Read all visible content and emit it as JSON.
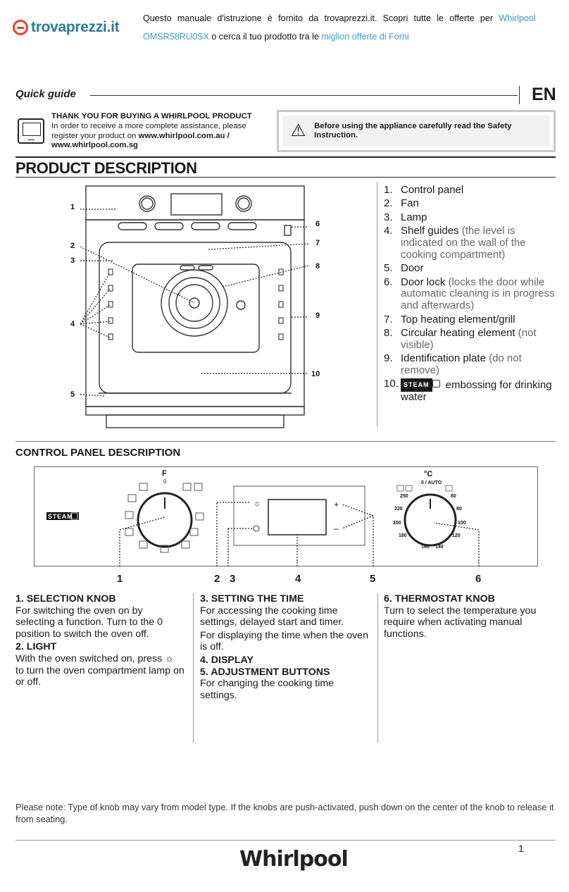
{
  "banner": {
    "line1_parts": [
      "Questo",
      "manuale",
      "d'istruzione",
      "è",
      "fornito",
      "da",
      "trovaprezzi.it.",
      "Scopri",
      "tutte",
      "le",
      "offerte",
      "per"
    ],
    "brand_link": "Whirlpool",
    "model_link": "OMSR58RU0SX",
    "line2_mid": " o cerca il tuo prodotto tra le ",
    "offers_link": "migliori offerte di Forni",
    "logo_text": "trovaprezzi.it",
    "logo_icon": "trovaprezzi-logo-icon"
  },
  "header": {
    "quick_guide": "Quick guide",
    "lang": "EN"
  },
  "thanks": {
    "heading": "THANK YOU FOR BUYING A WHIRLPOOL PRODUCT",
    "body_start": "In order to receive a more complete assistance, please register your product on ",
    "urls": "www.whirlpool.com.au / www.whirlpool.com.sg",
    "icon": "monitor-icon"
  },
  "warning": {
    "text": "Before using the appliance carefully read the Safety Instruction.",
    "icon": "warning-triangle-icon"
  },
  "product_description": {
    "title": "PRODUCT DESCRIPTION",
    "callouts": [
      "1",
      "2",
      "3",
      "4",
      "5",
      "6",
      "7",
      "8",
      "9",
      "10"
    ],
    "parts": [
      {
        "num": "1.",
        "label": "Control panel",
        "note": ""
      },
      {
        "num": "2.",
        "label": "Fan",
        "note": ""
      },
      {
        "num": "3.",
        "label": "Lamp",
        "note": ""
      },
      {
        "num": "4.",
        "label": "Shelf guides",
        "note": " (the level is indicated on the wall of the cooking compartment)"
      },
      {
        "num": "5.",
        "label": "Door",
        "note": ""
      },
      {
        "num": "6.",
        "label": "Door lock",
        "note": " (locks the door while automatic cleaning is in progress and afterwards)"
      },
      {
        "num": "7.",
        "label": "Top heating element/grill",
        "note": ""
      },
      {
        "num": "8.",
        "label": "Circular heating element",
        "note": " (not visible)"
      },
      {
        "num": "9.",
        "label": "Identification plate",
        "note": " (do not remove)"
      },
      {
        "num": "10.",
        "label": " embossing for drinking water",
        "note": "",
        "badge": "STEAM"
      }
    ]
  },
  "control_panel": {
    "title": "CONTROL PANEL DESCRIPTION",
    "knob_label_f": "F",
    "knob_label_zero": "0",
    "steam_badge": "STEAM",
    "temp_unit": "°C",
    "temp_zero": "0 / AUTO",
    "temp_marks": [
      "250",
      "220",
      "200",
      "180",
      "160",
      "140",
      "120",
      "100",
      "80",
      "60"
    ],
    "plus": "+",
    "minus": "–",
    "numbers": [
      "1",
      "2",
      "3",
      "4",
      "5",
      "6"
    ]
  },
  "descriptions": {
    "col1": [
      {
        "type": "h",
        "text": "1. SELECTION KNOB"
      },
      {
        "type": "p",
        "text": "For switching the oven on by selecting a function. Turn to the  0  position to switch the oven off."
      },
      {
        "type": "h",
        "text": "2. LIGHT"
      },
      {
        "type": "p",
        "text": "With the oven switched on, press ☼ to turn the oven compartment lamp on or off."
      }
    ],
    "col2": [
      {
        "type": "h",
        "text": "3. SETTING THE TIME"
      },
      {
        "type": "p",
        "text": "For accessing the cooking time settings, delayed start and timer."
      },
      {
        "type": "p",
        "text": "For displaying the time when the oven is off."
      },
      {
        "type": "h",
        "text": "4. DISPLAY"
      },
      {
        "type": "h",
        "text": "5. ADJUSTMENT BUTTONS"
      },
      {
        "type": "p",
        "text": "For changing the cooking time settings."
      }
    ],
    "col3": [
      {
        "type": "h",
        "text": "6. THERMOSTAT KNOB"
      },
      {
        "type": "p",
        "text": "Turn to select the temperature you require when activating manual functions."
      }
    ]
  },
  "footer": {
    "note": "Please note: Type of knob may vary from model type. If the knobs are push-activated, push down on the center of the knob to release it from seating.",
    "page": "1",
    "brand": "Whirlpool"
  }
}
